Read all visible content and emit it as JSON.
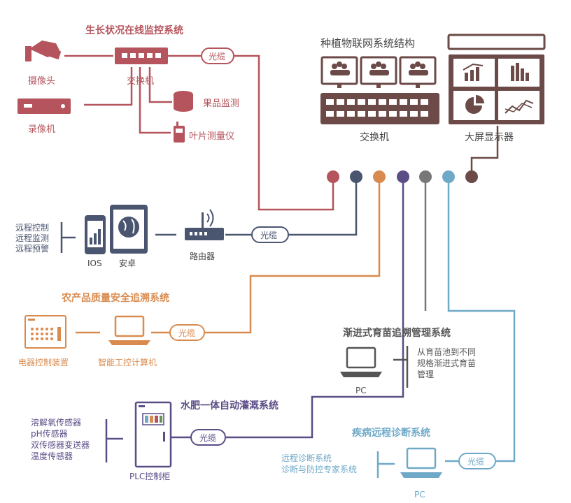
{
  "colors": {
    "red": "#b5545c",
    "navy": "#4a5570",
    "orange": "#d98b4f",
    "purple": "#5b4d86",
    "gray": "#777777",
    "lightblue": "#6fa9c8",
    "brown": "#6b4a47",
    "darktext": "#444444"
  },
  "iot": {
    "title": "种植物联网系统结构",
    "switch_label": "交换机",
    "screen_label": "大屏显示器"
  },
  "monitor": {
    "title": "生长状况在线监控系统",
    "camera_label": "摄像头",
    "switch_label": "交换机",
    "recorder_label": "录像机",
    "fruit_label": "果品监测",
    "leaf_label": "叶片测量仪",
    "cable_label": "光缆"
  },
  "mobile": {
    "remote_control": "远程控制",
    "remote_monitor": "远程监测",
    "remote_warning": "远程预警",
    "ios_label": "IOS",
    "android_label": "安卓",
    "router_label": "路由器",
    "cable_label": "光缆"
  },
  "quality": {
    "title": "农产品质量安全追溯系统",
    "device_label": "电器控制装置",
    "computer_label": "智能工控计算机",
    "cable_label": "光缆"
  },
  "seedling": {
    "title": "渐进式育苗追溯管理系统",
    "desc_line1": "从育苗池到不同",
    "desc_line2": "规格渐进式育苗",
    "desc_line3": "管理",
    "pc_label": "PC"
  },
  "irrigation": {
    "title": "水肥一体自动灌溉系统",
    "sensor1": "溶解氧传感器",
    "sensor2": "pH传感器",
    "sensor3": "双传感器变送器",
    "sensor4": "温度传感器",
    "plc_label": "PLC控制柜",
    "cable_label": "光缆"
  },
  "disease": {
    "title": "疾病远程诊断系统",
    "item1": "远程诊断系统",
    "item2": "诊断与防控专家系统",
    "pc_label": "PC",
    "cable_label": "光缆"
  }
}
